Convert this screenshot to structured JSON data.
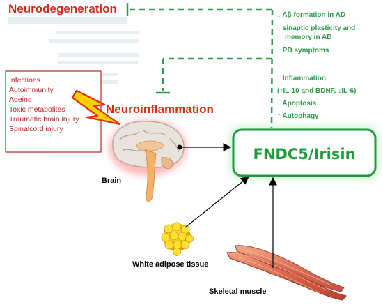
{
  "title": "Neurodegeneration",
  "neuroinflammation_label": "Neuroinflammation",
  "causes": [
    "Infections",
    "Autoimmunity",
    "Ageing",
    "Toxic metabolites",
    "Traumatic brain injury",
    "Spinalcord injury"
  ],
  "effects_top": [
    "↓ Aβ formation in AD",
    "↑ sinaptic  plasticity and",
    "memory in AD",
    "↓ PD symptoms"
  ],
  "effects_bottom": [
    "↓ Inflammation",
    "(↑IL-10 and BDNF, ↓IL-6)",
    "↓ Apoptosis",
    "↑ Autophagy"
  ],
  "center_label": "FNDC5/Irisin",
  "sources": {
    "brain": "Brain",
    "adipose": "White adipose tissue",
    "muscle": "Skeletal muscle"
  },
  "colors": {
    "title_red": "#d4261c",
    "effects_green": "#2f9a4a",
    "cause_red": "#b8262b",
    "box_green": "#1f9a3e"
  }
}
